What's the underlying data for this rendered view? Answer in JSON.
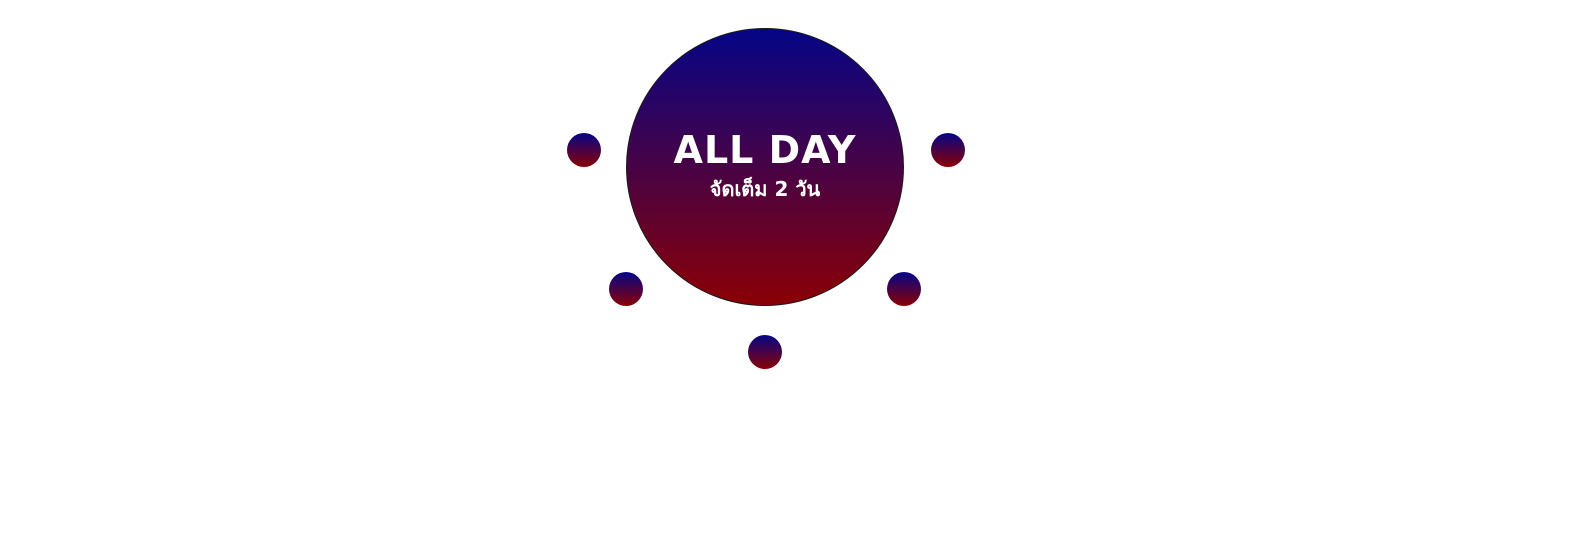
{
  "hub": {
    "title": "ALL DAY",
    "subtitle": "จัดเต็ม 2 วัน"
  },
  "colors": {
    "gradient_top": "#050586",
    "gradient_bottom": "#8a0005",
    "text": "#ffffff",
    "background": "#ffffff"
  },
  "satellites": [
    {
      "id": "satellite-1"
    },
    {
      "id": "satellite-2"
    },
    {
      "id": "satellite-3"
    },
    {
      "id": "satellite-4"
    },
    {
      "id": "satellite-5"
    }
  ]
}
